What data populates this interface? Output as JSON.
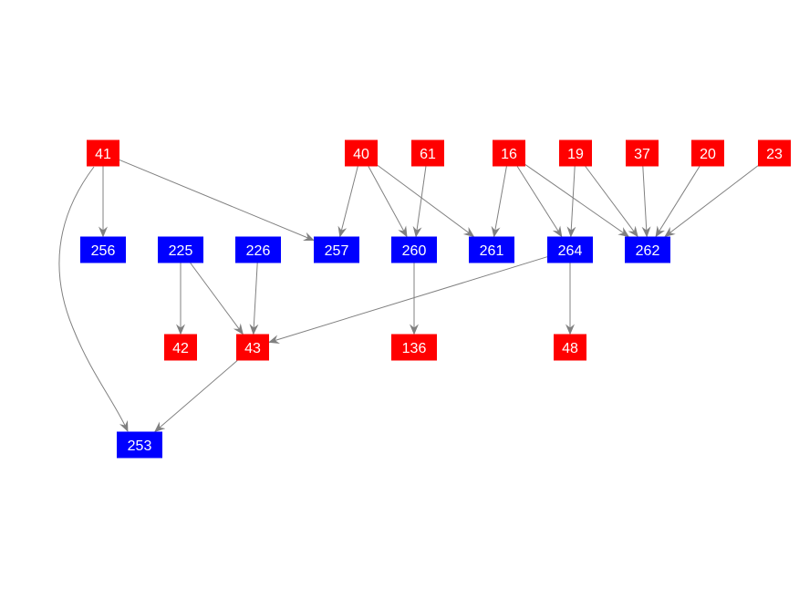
{
  "colors": {
    "red_node": "#ff0000",
    "blue_node": "#0000ff",
    "edge": "#808080",
    "label": "#ffffff"
  },
  "nodes": [
    {
      "id": "41",
      "label": "41",
      "color": "red"
    },
    {
      "id": "40",
      "label": "40",
      "color": "red"
    },
    {
      "id": "61",
      "label": "61",
      "color": "red"
    },
    {
      "id": "16",
      "label": "16",
      "color": "red"
    },
    {
      "id": "19",
      "label": "19",
      "color": "red"
    },
    {
      "id": "37",
      "label": "37",
      "color": "red"
    },
    {
      "id": "20",
      "label": "20",
      "color": "red"
    },
    {
      "id": "23",
      "label": "23",
      "color": "red"
    },
    {
      "id": "256",
      "label": "256",
      "color": "blue"
    },
    {
      "id": "225",
      "label": "225",
      "color": "blue"
    },
    {
      "id": "226",
      "label": "226",
      "color": "blue"
    },
    {
      "id": "257",
      "label": "257",
      "color": "blue"
    },
    {
      "id": "260",
      "label": "260",
      "color": "blue"
    },
    {
      "id": "261",
      "label": "261",
      "color": "blue"
    },
    {
      "id": "264",
      "label": "264",
      "color": "blue"
    },
    {
      "id": "262",
      "label": "262",
      "color": "blue"
    },
    {
      "id": "42",
      "label": "42",
      "color": "red"
    },
    {
      "id": "43",
      "label": "43",
      "color": "red"
    },
    {
      "id": "136",
      "label": "136",
      "color": "red"
    },
    {
      "id": "48",
      "label": "48",
      "color": "red"
    },
    {
      "id": "253",
      "label": "253",
      "color": "blue"
    }
  ],
  "edges": [
    [
      "41",
      "256"
    ],
    [
      "41",
      "257"
    ],
    [
      "41",
      "253"
    ],
    [
      "40",
      "257"
    ],
    [
      "40",
      "260"
    ],
    [
      "40",
      "261"
    ],
    [
      "61",
      "260"
    ],
    [
      "16",
      "261"
    ],
    [
      "16",
      "264"
    ],
    [
      "16",
      "262"
    ],
    [
      "19",
      "264"
    ],
    [
      "19",
      "262"
    ],
    [
      "37",
      "262"
    ],
    [
      "20",
      "262"
    ],
    [
      "23",
      "262"
    ],
    [
      "225",
      "42"
    ],
    [
      "225",
      "43"
    ],
    [
      "226",
      "43"
    ],
    [
      "260",
      "136"
    ],
    [
      "264",
      "43"
    ],
    [
      "264",
      "48"
    ],
    [
      "43",
      "253"
    ]
  ]
}
